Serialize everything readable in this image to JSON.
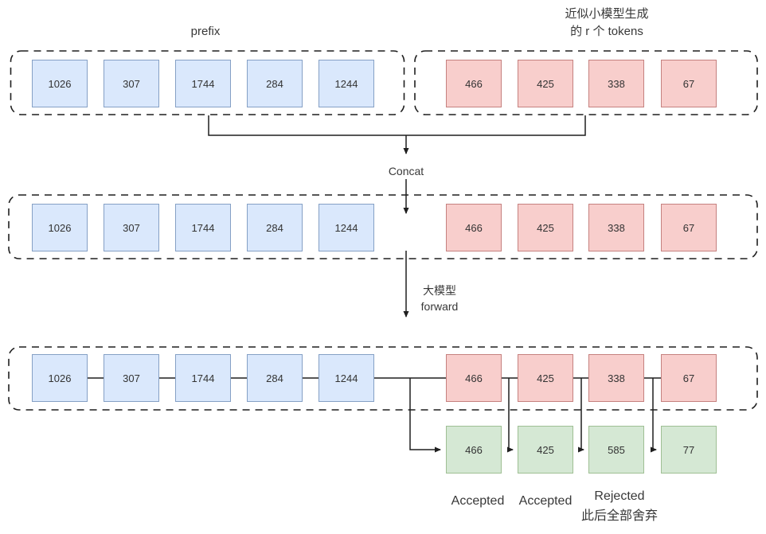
{
  "diagram": {
    "prefix_label": "prefix",
    "draft_label_line1": "近似小模型生成",
    "draft_label_line2": "的 r 个 tokens",
    "concat_label": "Concat",
    "forward_label_line1": "大模型",
    "forward_label_line2": "forward",
    "tokens": {
      "prefix": [
        "1026",
        "307",
        "1744",
        "284",
        "1244"
      ],
      "draft": [
        "466",
        "425",
        "338",
        "67"
      ],
      "verified": [
        "466",
        "425",
        "585",
        "77"
      ]
    },
    "result_labels": {
      "token1": "Accepted",
      "token2": "Accepted",
      "token3_line1": "Rejected",
      "token3_line2": "此后全部舍弃"
    },
    "colors": {
      "prefix_fill": "#dae8fc",
      "prefix_border": "#85a0c5",
      "draft_fill": "#f8cecc",
      "draft_border": "#c5817f",
      "verified_fill": "#d5e8d4",
      "verified_border": "#9fbf94",
      "line": "#1f1f1f",
      "text": "#333333"
    }
  }
}
